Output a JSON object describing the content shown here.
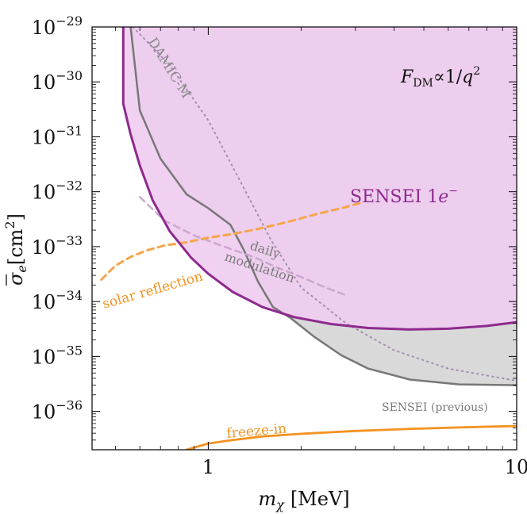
{
  "chart_data": {
    "type": "line",
    "xlabel_var": "m",
    "xlabel_sub": "χ",
    "xlabel_unit": "[MeV]",
    "ylabel_var": "σ",
    "ylabel_sub": "e",
    "ylabel_unit": "[cm",
    "ylabel_unit_sup": "2",
    "ylabel_unit_close": "]",
    "x_scale": "log",
    "y_scale": "log",
    "xlim": [
      0.42,
      10
    ],
    "ylim": [
      2e-37,
      1e-29
    ],
    "x_ticks": [
      {
        "value": 1,
        "label": "1"
      },
      {
        "value": 10,
        "label": "10"
      }
    ],
    "y_ticks": [
      {
        "value": 1e-29,
        "base": "10",
        "exp": "−29"
      },
      {
        "value": 1e-30,
        "base": "10",
        "exp": "−30"
      },
      {
        "value": 1e-31,
        "base": "10",
        "exp": "−31"
      },
      {
        "value": 1e-32,
        "base": "10",
        "exp": "−32"
      },
      {
        "value": 1e-33,
        "base": "10",
        "exp": "−33"
      },
      {
        "value": 1e-34,
        "base": "10",
        "exp": "−34"
      },
      {
        "value": 1e-35,
        "base": "10",
        "exp": "−35"
      },
      {
        "value": 1e-36,
        "base": "10",
        "exp": "−36"
      }
    ],
    "form_factor_label": {
      "F": "F",
      "sub": "DM",
      "rest": "∝1/",
      "q": "q",
      "sup": "2"
    },
    "annotations": {
      "sensei": "SENSEI 1",
      "sensei_e": "e",
      "sensei_sup": "−",
      "damic": "DAMIC-M",
      "daily1": "daily",
      "daily2": "modulation",
      "solar": "solar reflection",
      "freeze": "freeze-in",
      "previous": "SENSEI (previous)"
    },
    "series": [
      {
        "name": "SENSEI 1e−",
        "color": "#8e2a8e",
        "fill": "#f0cdf0",
        "style": "solid",
        "x": [
          0.53,
          0.53,
          0.56,
          0.6,
          0.66,
          0.75,
          0.88,
          1.0,
          1.2,
          1.5,
          1.9,
          2.5,
          3.3,
          4.5,
          6.0,
          8.0,
          10.0
        ],
        "y": [
          1e-29,
          4e-31,
          1.1e-31,
          3e-32,
          7e-33,
          1.9e-33,
          6.3e-34,
          3.2e-34,
          1.5e-34,
          7.9e-35,
          5.2e-35,
          3.9e-35,
          3.3e-35,
          3.1e-35,
          3.2e-35,
          3.6e-35,
          4.2e-35
        ]
      },
      {
        "name": "SENSEI (previous)",
        "color": "#777777",
        "fill": "#d9d9d9",
        "style": "solid",
        "x": [
          0.56,
          0.6,
          0.7,
          0.85,
          1.0,
          1.18,
          1.3,
          1.45,
          1.62,
          1.85,
          2.2,
          2.7,
          3.3,
          4.5,
          6.5,
          10.0
        ],
        "y": [
          1e-29,
          3e-31,
          4e-32,
          9e-33,
          5e-33,
          2.5e-33,
          9e-34,
          2.3e-34,
          8e-35,
          5e-35,
          2.3e-35,
          1.05e-35,
          6e-36,
          3.8e-36,
          3.1e-36,
          3e-36
        ]
      },
      {
        "name": "DAMIC-M",
        "color": "#9a86a8",
        "fill": "none",
        "style": "dotted",
        "x": [
          0.57,
          0.75,
          1.0,
          1.3,
          1.6,
          2.0,
          2.8,
          4.0,
          6.0,
          10.0
        ],
        "y": [
          1e-29,
          2e-30,
          2e-31,
          1.2e-32,
          1.3e-33,
          1.8e-34,
          4e-35,
          1.3e-35,
          6e-36,
          3.6e-36
        ]
      },
      {
        "name": "daily modulation",
        "color": "#c9a3cd",
        "fill": "none",
        "style": "dashed",
        "x": [
          0.6,
          0.72,
          0.9,
          1.1,
          1.4,
          1.7,
          2.0,
          2.4,
          2.8
        ],
        "y": [
          8e-33,
          3e-33,
          1.6e-33,
          1.05e-33,
          6.5e-34,
          4e-34,
          2.8e-34,
          1.8e-34,
          1.3e-34
        ]
      },
      {
        "name": "solar reflection",
        "color": "#f6a54d",
        "fill": "none",
        "style": "dashed",
        "x": [
          0.45,
          0.5,
          0.56,
          0.63,
          0.72,
          0.85,
          1.0,
          1.2,
          1.45,
          1.8,
          2.2,
          2.7,
          3.2
        ],
        "y": [
          2.5e-34,
          4.5e-34,
          6.5e-34,
          8.5e-34,
          1.05e-33,
          1.2e-33,
          1.45e-33,
          1.7e-33,
          2.1e-33,
          2.8e-33,
          3.8e-33,
          5e-33,
          6.5e-33
        ]
      },
      {
        "name": "freeze-in",
        "color": "#f39322",
        "fill": "none",
        "style": "solid",
        "x": [
          0.85,
          1.0,
          1.2,
          1.5,
          2.0,
          3.0,
          4.5,
          6.5,
          8.5,
          10.0
        ],
        "y": [
          2e-37,
          2.6e-37,
          3e-37,
          3.5e-37,
          3.9e-37,
          4.4e-37,
          4.8e-37,
          5.1e-37,
          5.3e-37,
          5.4e-37
        ]
      }
    ]
  }
}
